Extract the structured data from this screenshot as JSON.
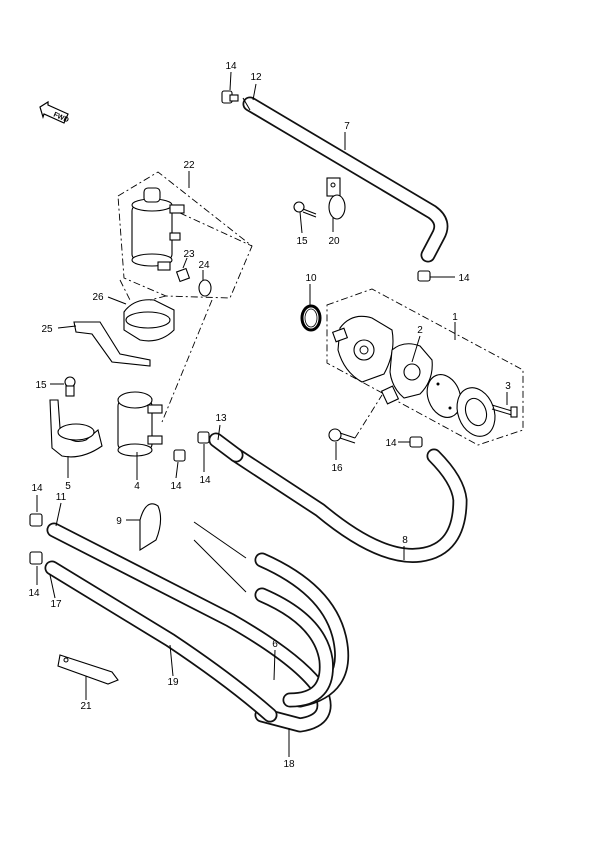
{
  "diagram": {
    "direction_label": "FWD",
    "callouts": {
      "c1": "1",
      "c2": "2",
      "c3": "3",
      "c4": "4",
      "c5": "5",
      "c6": "6",
      "c7": "7",
      "c8": "8",
      "c9": "9",
      "c10": "10",
      "c11": "11",
      "c12": "12",
      "c13": "13",
      "c14a": "14",
      "c14b": "14",
      "c14c": "14",
      "c14d": "14",
      "c14e": "14",
      "c14f": "14",
      "c14g": "14",
      "c15a": "15",
      "c15b": "15",
      "c16": "16",
      "c17": "17",
      "c18": "18",
      "c19": "19",
      "c20": "20",
      "c21": "21",
      "c22": "22",
      "c23": "23",
      "c24": "24",
      "c25": "25",
      "c26": "26"
    }
  }
}
